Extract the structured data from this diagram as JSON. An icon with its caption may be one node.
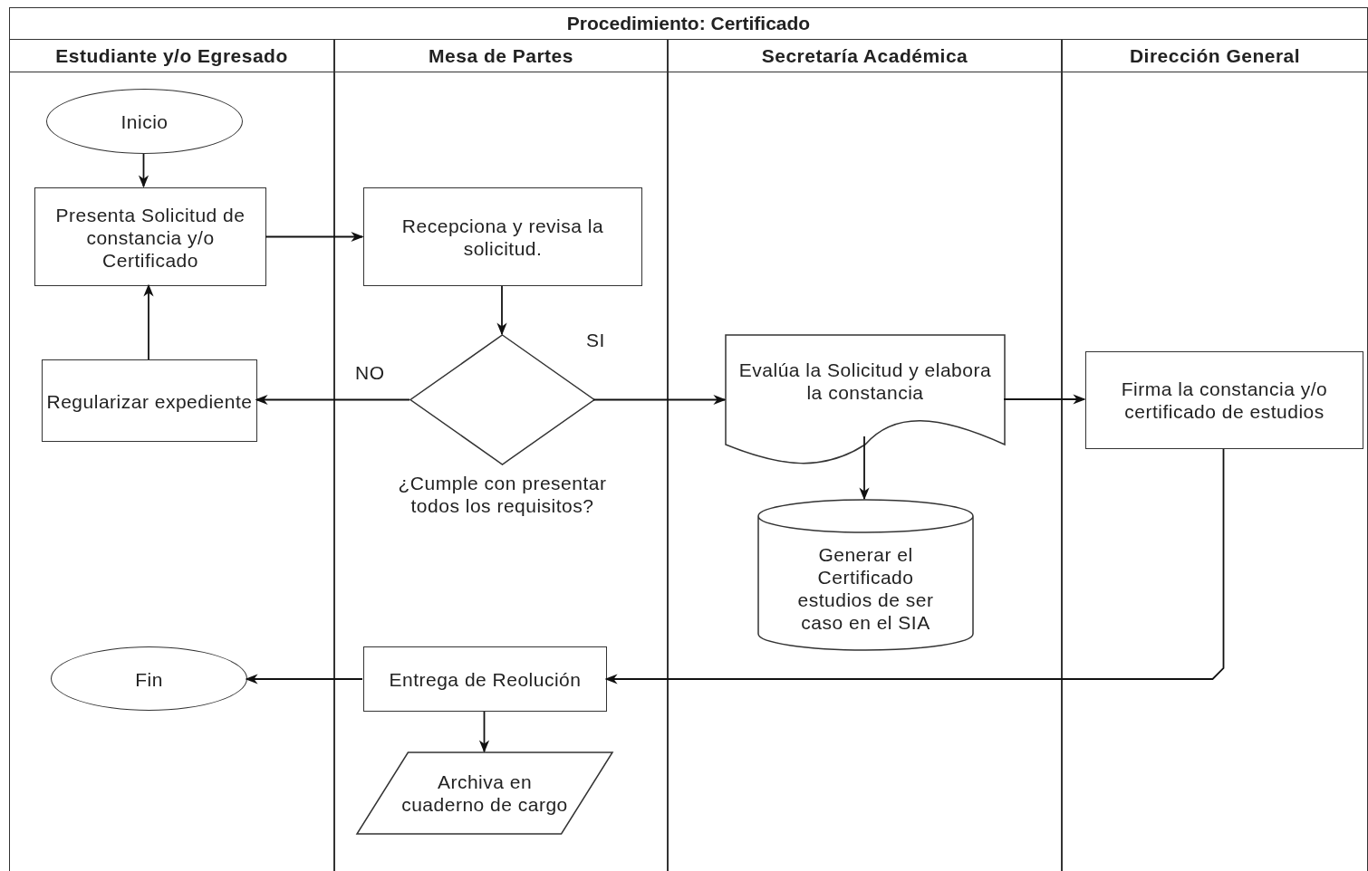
{
  "diagram": {
    "title": "Procedimiento: Certificado",
    "nodes": [
      {
        "text": [
          "Estudiante y/o Egresado"
        ]
      },
      {
        "text": [
          "Mesa de Partes"
        ]
      },
      {
        "text": [
          "Secretaría Académica"
        ]
      },
      {
        "text": [
          "Dirección General"
        ]
      },
      {
        "text": [
          "Inicio"
        ],
        "in": 0
      },
      {
        "text": [
          "Presenta Solicitud de constancia y/o Certificado"
        ],
        "in": 0
      },
      {
        "text": [
          "Recepciona y revisa la solicitud."
        ],
        "in": 1
      },
      {
        "text": [
          "¿Cumple con presentar todos los requisitos?"
        ],
        "in": 1
      },
      {
        "text": [
          "Regularizar expediente"
        ],
        "in": 0
      },
      {
        "text": [
          "Evalúa la Solicitud y elabora la constancia"
        ],
        "in": 2
      },
      {
        "text": [
          "Firma la constancia y/o certificado de estudios"
        ],
        "in": 3
      },
      {
        "text": [
          "Generar el Certificado estudios de ser caso en el SIA"
        ],
        "in": 2
      },
      {
        "text": [
          "Fin"
        ],
        "in": 0
      },
      {
        "text": [
          "Entrega de Reolución"
        ],
        "in": 1
      },
      {
        "text": [
          "Archiva en cuaderno de cargo"
        ],
        "in": 1
      }
    ],
    "edges": [
      {
        "from": 4,
        "to": 5,
        "arrow": "to"
      },
      {
        "from": 5,
        "to": 6,
        "arrow": "to"
      },
      {
        "from": 6,
        "to": 7,
        "arrow": "to"
      },
      {
        "from": 7,
        "to": 8,
        "arrow": "to",
        "label": "NO"
      },
      {
        "from": 7,
        "to": 9,
        "arrow": "to",
        "label": "SI"
      },
      {
        "from": 8,
        "to": 5,
        "arrow": "to"
      },
      {
        "from": 9,
        "to": 10,
        "arrow": "to"
      },
      {
        "from": 9,
        "to": 11,
        "arrow": "to"
      },
      {
        "from": 10,
        "to": 13,
        "arrow": "to"
      },
      {
        "from": 13,
        "to": 12,
        "arrow": "to"
      },
      {
        "from": 13,
        "to": 14,
        "arrow": "to"
      }
    ]
  }
}
